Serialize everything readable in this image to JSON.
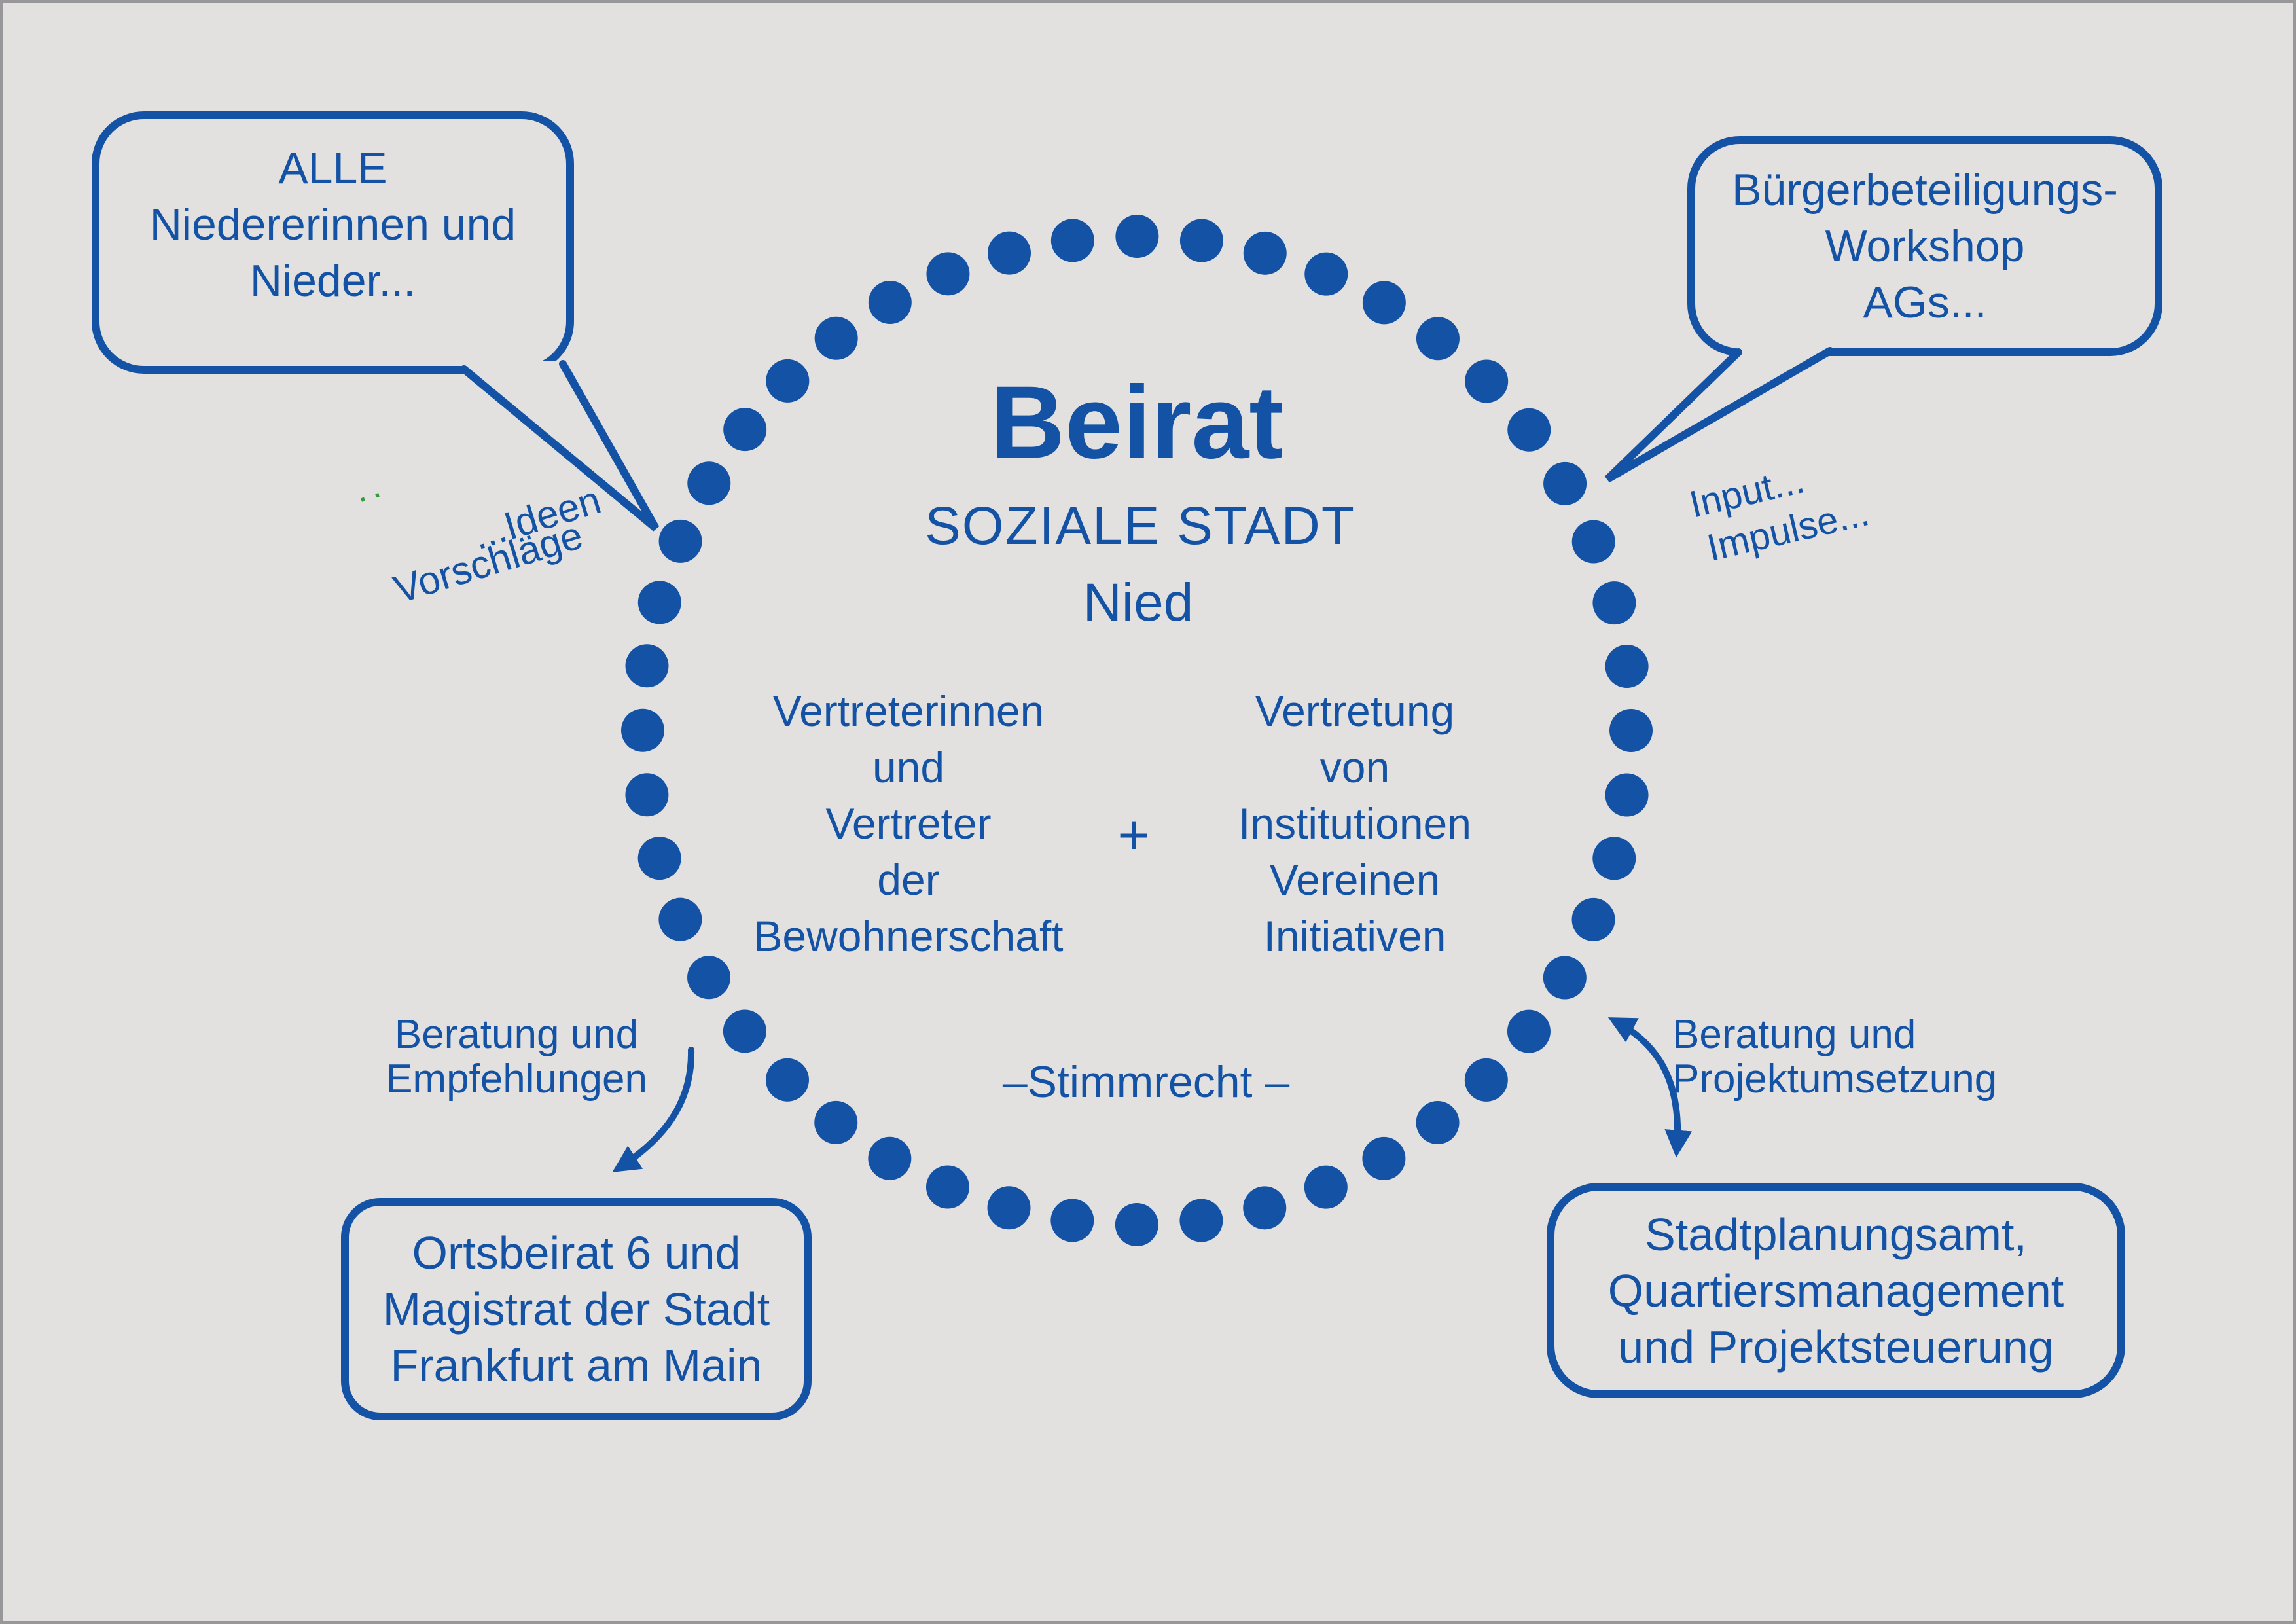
{
  "colors": {
    "blue": "#1352a5",
    "background": "#e2e1df",
    "green_marks": "#2f9e3a",
    "frame": "#98989a"
  },
  "circle": {
    "title": "Beirat",
    "subtitle": "SOZIALE STADT",
    "place": "Nied",
    "left_group": [
      "Vertreterinnen",
      "und",
      "Vertreter",
      "der",
      "Bewohnerschaft"
    ],
    "plus": "+",
    "right_group": [
      "Vertretung",
      "von",
      "Institutionen",
      "Vereinen",
      "Initiativen"
    ],
    "voting_note": "–Stimmrecht –"
  },
  "bubbles": {
    "top_left": {
      "lines": [
        "ALLE",
        "Niedererinnen und",
        "Nieder..."
      ]
    },
    "top_right": {
      "lines": [
        "Bürgerbeteiligungs-",
        "Workshop",
        "AGs..."
      ]
    },
    "bottom_left": {
      "lines": [
        "Ortsbeirat 6 und",
        "Magistrat der Stadt",
        "Frankfurt am Main"
      ]
    },
    "bottom_right": {
      "lines": [
        "Stadtplanungsamt,",
        "Quartiersmanagement",
        "und Projektsteuerung"
      ]
    }
  },
  "annotations": {
    "ideen": "...Ideen",
    "vorschlaege": "Vorschläge",
    "stray_marks": "··",
    "input": "Input...",
    "impulse": "Impulse...",
    "advice_left": [
      "Beratung und",
      "Empfehlungen"
    ],
    "advice_right": [
      "Beratung und",
      "Projektumsetzung"
    ]
  }
}
